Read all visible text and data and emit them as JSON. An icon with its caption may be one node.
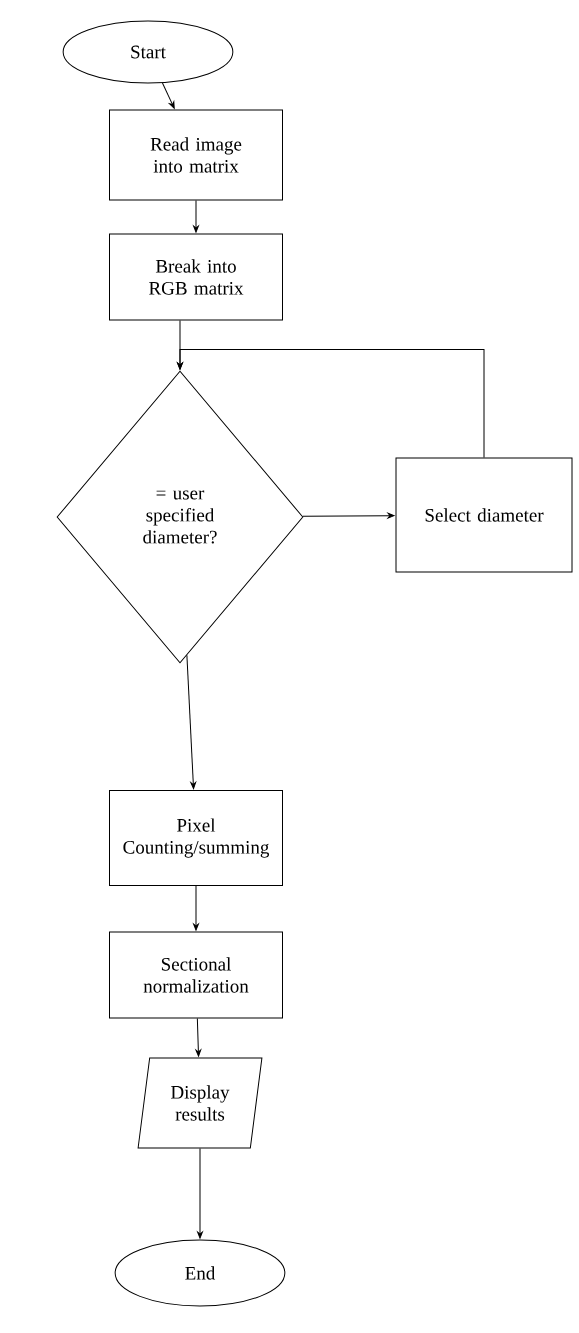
{
  "diagram": {
    "nodes": [
      {
        "text": [
          "Start"
        ]
      },
      {
        "text": [
          "Read image into matrix"
        ]
      },
      {
        "text": [
          "Break into RGB matrix"
        ]
      },
      {
        "text": [
          "= user specified diameter?"
        ]
      },
      {
        "text": [
          "Select diameter"
        ]
      },
      {
        "text": [
          "Pixel Counting/summing"
        ]
      },
      {
        "text": [
          "Sectional normalization"
        ]
      },
      {
        "text": [
          "Display results"
        ]
      },
      {
        "text": [
          "End"
        ]
      }
    ],
    "edges": [
      {
        "from": 0,
        "to": 1,
        "arrow": "to"
      },
      {
        "from": 1,
        "to": 2,
        "arrow": "to"
      },
      {
        "from": 2,
        "to": 3,
        "arrow": "to"
      },
      {
        "from": 3,
        "to": 4,
        "arrow": "to"
      },
      {
        "from": 4,
        "to": 3,
        "arrow": "to"
      },
      {
        "from": 3,
        "to": 5,
        "arrow": "to"
      },
      {
        "from": 5,
        "to": 6,
        "arrow": "to"
      },
      {
        "from": 6,
        "to": 7,
        "arrow": "to"
      },
      {
        "from": 7,
        "to": 8,
        "arrow": "to"
      }
    ]
  }
}
